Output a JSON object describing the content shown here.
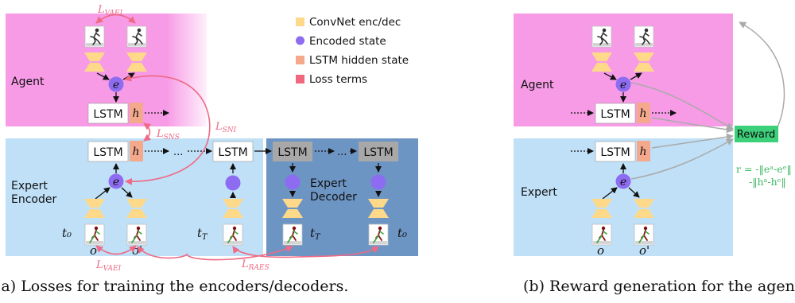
{
  "legend": [
    {
      "label": "ConvNet enc/dec",
      "color": "#FFD98A"
    },
    {
      "label": "Encoded state",
      "color": "#8E6CF2"
    },
    {
      "label": "LSTM hidden state",
      "color": "#F4A88C"
    },
    {
      "label": "Loss terms",
      "color": "#F0677E"
    }
  ],
  "left": {
    "agent_label": "Agent",
    "expert_encoder_label": [
      "Expert",
      "Encoder"
    ],
    "expert_decoder_label": [
      "Expert",
      "Decoder"
    ],
    "lstm": "LSTM",
    "h": "h",
    "e": "e",
    "ellipsis": "...",
    "t0": "t₀",
    "tT": "t",
    "tT_sub": "T",
    "o": "o",
    "o_prime": "o'",
    "loss_vae_top": "L",
    "loss_vae_top_sub": "VAEI",
    "loss_sns": "L",
    "loss_sns_sub": "SNS",
    "loss_sni": "L",
    "loss_sni_sub": "SNI",
    "loss_vae_bottom": "L",
    "loss_vae_bottom_sub": "VAEI",
    "loss_raes": "L",
    "loss_raes_sub": "RAES"
  },
  "right": {
    "agent_label": "Agent",
    "expert_label": "Expert",
    "lstm": "LSTM",
    "h": "h",
    "e": "e",
    "o": "o",
    "o_prime": "o'",
    "reward": "Reward",
    "formula_line1": "r = -‖eᵃ-eᵉ‖",
    "formula_line2": "-‖hᵃ-hᵉ‖"
  },
  "captions": {
    "a": "(a) Losses for training the encoders/decoders.",
    "b": "(b) Reward generation for the agent."
  }
}
